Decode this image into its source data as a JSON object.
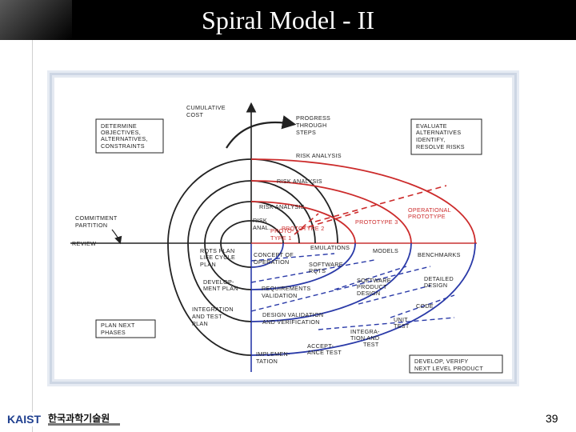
{
  "title": "Spiral Model - II",
  "page_number": "39",
  "footer": {
    "logo_text": "KAIST",
    "institute_text": "한국과학기술원"
  },
  "diagram": {
    "axis_label": "CUMULATIVE COST",
    "progress": "PROGRESS THROUGH STEPS",
    "box_tl": "DETERMINE OBJECTIVES, ALTERNATIVES, CONSTRAINTS",
    "box_tr": "EVALUATE ALTERNATIVES IDENTIFY, RESOLVE RISKS",
    "box_bl": "PLAN NEXT PHASES",
    "box_br": "DEVELOP, VERIFY NEXT LEVEL PRODUCT",
    "commitment": "COMMITMENT PARTITION",
    "review": "REVIEW",
    "risk_analysis": "RISK ANALYSIS",
    "risk_anal": "RISK ANAL.",
    "proto1": "PROTO- TYPE 1",
    "proto2": "PROTOTYPE 2",
    "proto3": "PROTOTYPE 3",
    "operational_prototype": "OPERATIONAL PROTOTYPE",
    "rqts_plan": "RQTS PLAN LIFE CYCLE PLAN",
    "develop_plan": "DEVELOP- MENT PLAN",
    "integration_plan": "INTEGRATION AND TEST PLAN",
    "emulations": "EMULATIONS",
    "models": "MODELS",
    "benchmarks": "BENCHMARKS",
    "concept": "CONCEPT OF OPERATION",
    "software_rqts": "SOFTWARE RQTS",
    "software_design": "SOFTWARE PRODUCT DESIGN",
    "detailed_design": "DETAILED DESIGN",
    "requirements_validation": "REQUIREMENTS VALIDATION",
    "code": "CODE",
    "design_validation": "DESIGN VALIDATION AND VERIFICATION",
    "unit_test": "UNIT TEST",
    "integration_test": "INTEGRA- TION AND TEST",
    "accept_test": "ACCEPT- ANCE TEST",
    "implementation": "IMPLEMEN- TATION"
  }
}
